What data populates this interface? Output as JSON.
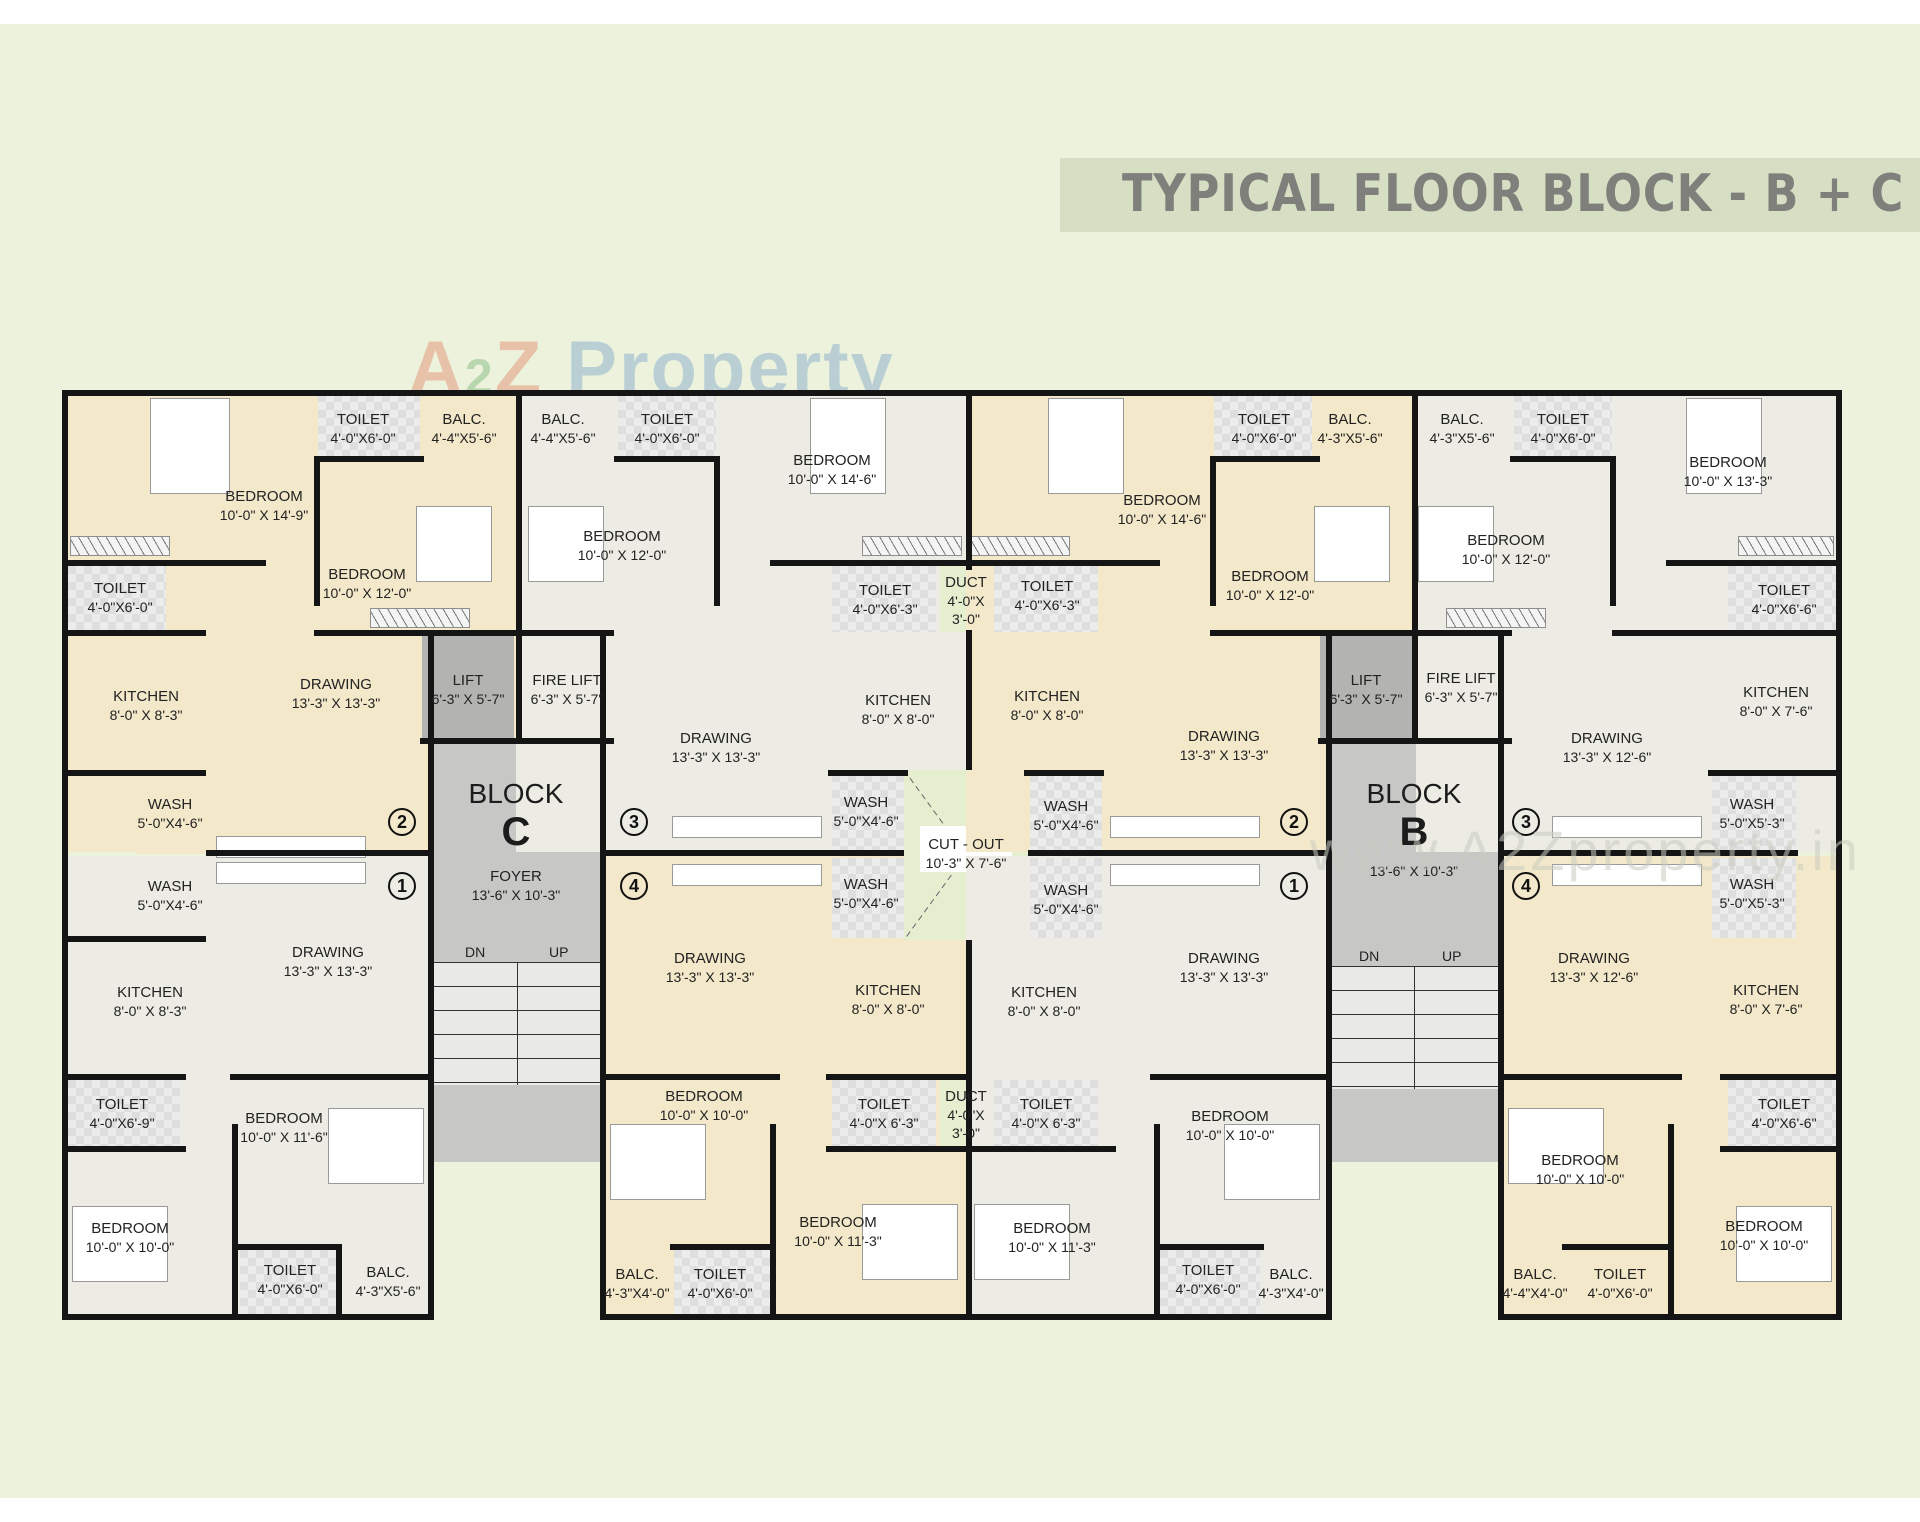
{
  "title": "TYPICAL FLOOR BLOCK - B + C",
  "watermark": {
    "brand_a": "A",
    "brand_2": "2",
    "brand_z": "Z",
    "brand_word": "Property",
    "url": "www.A2Zproperty.in"
  },
  "colors": {
    "background": "#ecf2dc",
    "title_band": "#d6dfc4",
    "title_text": "#7f807b",
    "unit_beige": "#f3e8c9",
    "unit_grey": "#ecebe4",
    "wall": "#151515",
    "lift": "#b3b3b1",
    "foyer": "#c7c7c5",
    "cutout": "#e5efd0"
  },
  "blocks": {
    "C": {
      "word": "BLOCK",
      "letter": "C",
      "foyer_name": "FOYER",
      "foyer_dim": "13'-6\" X 10'-3\"",
      "dn": "DN",
      "up": "UP",
      "lift": {
        "name": "LIFT",
        "dim": "6'-3\" X 5'-7\""
      },
      "fire_lift": {
        "name": "FIRE LIFT",
        "dim": "6'-3\" X 5'-7\""
      }
    },
    "B": {
      "word": "BLOCK",
      "letter": "B",
      "foyer_dim": "13'-6\" X 10'-3\"",
      "dn": "DN",
      "up": "UP",
      "lift": {
        "name": "LIFT",
        "dim": "6'-3\" X 5'-7\""
      },
      "fire_lift": {
        "name": "FIRE LIFT",
        "dim": "6'-3\" X 5'-7\""
      }
    }
  },
  "cutout": {
    "name": "CUT - OUT",
    "dim": "10'-3\" X 7'-6\""
  },
  "ducts": [
    {
      "name": "DUCT",
      "dim1": "4'-0\"X",
      "dim2": "3'-0\""
    },
    {
      "name": "DUCT",
      "dim1": "4'-0\"X",
      "dim2": "3'-0\""
    }
  ],
  "units": {
    "c2": {
      "number": "2",
      "bed1": {
        "name": "BEDROOM",
        "dim": "10'-0\" X 14'-9\""
      },
      "toilet1": {
        "name": "TOILET",
        "dim": "4'-0\"X6'-0\""
      },
      "balc": {
        "name": "BALC.",
        "dim": "4'-4\"X5'-6\""
      },
      "bed2": {
        "name": "BEDROOM",
        "dim": "10'-0\" X 12'-0\""
      },
      "toilet2": {
        "name": "TOILET",
        "dim": "4'-0\"X6'-0\""
      },
      "kitchen": {
        "name": "KITCHEN",
        "dim": "8'-0\" X 8'-3\""
      },
      "drawing": {
        "name": "DRAWING",
        "dim": "13'-3\" X 13'-3\""
      },
      "wash": {
        "name": "WASH",
        "dim": "5'-0\"X4'-6\""
      }
    },
    "c1": {
      "number": "1",
      "wash": {
        "name": "WASH",
        "dim": "5'-0\"X4'-6\""
      },
      "drawing": {
        "name": "DRAWING",
        "dim": "13'-3\" X 13'-3\""
      },
      "kitchen": {
        "name": "KITCHEN",
        "dim": "8'-0\" X 8'-3\""
      },
      "toilet1": {
        "name": "TOILET",
        "dim": "4'-0\"X6'-9\""
      },
      "bed1": {
        "name": "BEDROOM",
        "dim": "10'-0\" X 11'-6\""
      },
      "bed2": {
        "name": "BEDROOM",
        "dim": "10'-0\" X 10'-0\""
      },
      "toilet2": {
        "name": "TOILET",
        "dim": "4'-0\"X6'-0\""
      },
      "balc": {
        "name": "BALC.",
        "dim": "4'-3\"X5'-6\""
      }
    },
    "c3": {
      "number": "3",
      "balc": {
        "name": "BALC.",
        "dim": "4'-4\"X5'-6\""
      },
      "toilet1": {
        "name": "TOILET",
        "dim": "4'-0\"X6'-0\""
      },
      "bed1": {
        "name": "BEDROOM",
        "dim": "10'-0\" X 14'-6\""
      },
      "bed2": {
        "name": "BEDROOM",
        "dim": "10'-0\" X 12'-0\""
      },
      "toilet2": {
        "name": "TOILET",
        "dim": "4'-0\"X6'-3\""
      },
      "kitchen": {
        "name": "KITCHEN",
        "dim": "8'-0\" X 8'-0\""
      },
      "drawing": {
        "name": "DRAWING",
        "dim": "13'-3\" X 13'-3\""
      },
      "wash": {
        "name": "WASH",
        "dim": "5'-0\"X4'-6\""
      }
    },
    "c4": {
      "number": "4",
      "wash": {
        "name": "WASH",
        "dim": "5'-0\"X4'-6\""
      },
      "drawing": {
        "name": "DRAWING",
        "dim": "13'-3\" X 13'-3\""
      },
      "kitchen": {
        "name": "KITCHEN",
        "dim": "8'-0\" X 8'-0\""
      },
      "bed1": {
        "name": "BEDROOM",
        "dim": "10'-0\" X 10'-0\""
      },
      "toilet1": {
        "name": "TOILET",
        "dim": "4'-0\"X 6'-3\""
      },
      "bed2": {
        "name": "BEDROOM",
        "dim": "10'-0\" X 11'-3\""
      },
      "balc": {
        "name": "BALC.",
        "dim": "4'-3\"X4'-0\""
      },
      "toilet2": {
        "name": "TOILET",
        "dim": "4'-0\"X6'-0\""
      }
    },
    "b2": {
      "number": "2",
      "bed1": {
        "name": "BEDROOM",
        "dim": "10'-0\" X 14'-6\""
      },
      "toilet1": {
        "name": "TOILET",
        "dim": "4'-0\"X6'-0\""
      },
      "balc": {
        "name": "BALC.",
        "dim": "4'-3\"X5'-6\""
      },
      "bed2": {
        "name": "BEDROOM",
        "dim": "10'-0\" X 12'-0\""
      },
      "toilet2": {
        "name": "TOILET",
        "dim": "4'-0\"X6'-3\""
      },
      "kitchen": {
        "name": "KITCHEN",
        "dim": "8'-0\" X 8'-0\""
      },
      "drawing": {
        "name": "DRAWING",
        "dim": "13'-3\" X 13'-3\""
      },
      "wash": {
        "name": "WASH",
        "dim": "5'-0\"X4'-6\""
      }
    },
    "b1": {
      "number": "1",
      "wash": {
        "name": "WASH",
        "dim": "5'-0\"X4'-6\""
      },
      "drawing": {
        "name": "DRAWING",
        "dim": "13'-3\" X 13'-3\""
      },
      "kitchen": {
        "name": "KITCHEN",
        "dim": "8'-0\" X 8'-0\""
      },
      "toilet1": {
        "name": "TOILET",
        "dim": "4'-0\"X 6'-3\""
      },
      "bed1": {
        "name": "BEDROOM",
        "dim": "10'-0\" X 11'-3\""
      },
      "bed2": {
        "name": "BEDROOM",
        "dim": "10'-0\" X 10'-0\""
      },
      "toilet2": {
        "name": "TOILET",
        "dim": "4'-0\"X6'-0\""
      },
      "balc": {
        "name": "BALC.",
        "dim": "4'-3\"X4'-0\""
      }
    },
    "b3": {
      "number": "3",
      "balc": {
        "name": "BALC.",
        "dim": "4'-3\"X5'-6\""
      },
      "toilet1": {
        "name": "TOILET",
        "dim": "4'-0\"X6'-0\""
      },
      "bed1": {
        "name": "BEDROOM",
        "dim": "10'-0\" X 13'-3\""
      },
      "bed2": {
        "name": "BEDROOM",
        "dim": "10'-0\" X 12'-0\""
      },
      "toilet2": {
        "name": "TOILET",
        "dim": "4'-0\"X6'-6\""
      },
      "kitchen": {
        "name": "KITCHEN",
        "dim": "8'-0\" X 7'-6\""
      },
      "drawing": {
        "name": "DRAWING",
        "dim": "13'-3\" X 12'-6\""
      },
      "wash": {
        "name": "WASH",
        "dim": "5'-0\"X5'-3\""
      }
    },
    "b4": {
      "number": "4",
      "wash": {
        "name": "WASH",
        "dim": "5'-0\"X5'-3\""
      },
      "drawing": {
        "name": "DRAWING",
        "dim": "13'-3\" X 12'-6\""
      },
      "kitchen": {
        "name": "KITCHEN",
        "dim": "8'-0\" X 7'-6\""
      },
      "toilet1": {
        "name": "TOILET",
        "dim": "4'-0\"X6'-6\""
      },
      "bed1": {
        "name": "BEDROOM",
        "dim": "10'-0\" X 10'-0\""
      },
      "bed2": {
        "name": "BEDROOM",
        "dim": "10'-0\" X 10'-0\""
      },
      "balc": {
        "name": "BALC.",
        "dim": "4'-4\"X4'-0\""
      },
      "toilet2": {
        "name": "TOILET",
        "dim": "4'-0\"X6'-0\""
      }
    }
  }
}
